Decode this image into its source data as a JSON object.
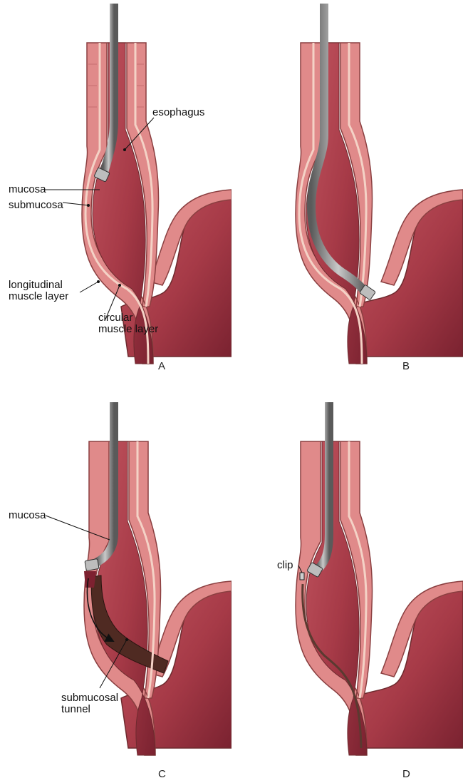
{
  "panels": [
    {
      "id": "A",
      "letter": "A",
      "labels": {
        "esophagus": "esophagus",
        "mucosa": "mucosa",
        "submucosa": "submucosa",
        "longitudinal_1": "longitudinal",
        "longitudinal_2": "muscle layer",
        "circular_1": "circular",
        "circular_2": "muscle layer"
      }
    },
    {
      "id": "B",
      "letter": "B"
    },
    {
      "id": "C",
      "letter": "C",
      "labels": {
        "mucosa": "mucosa",
        "tunnel_1": "submucosal",
        "tunnel_2": "tunnel"
      }
    },
    {
      "id": "D",
      "letter": "D",
      "labels": {
        "clip": "clip"
      }
    }
  ],
  "colors": {
    "outer_wall": "#e08a8a",
    "wall_edge": "#8a3f40",
    "lumen": "#b24a56",
    "lumen_dark": "#7e2430",
    "mucosa_line": "#f4d2c6",
    "endoscope": "#8d8d8d",
    "tunnel": "#4f2a22",
    "outline": "#6d2a2e"
  }
}
